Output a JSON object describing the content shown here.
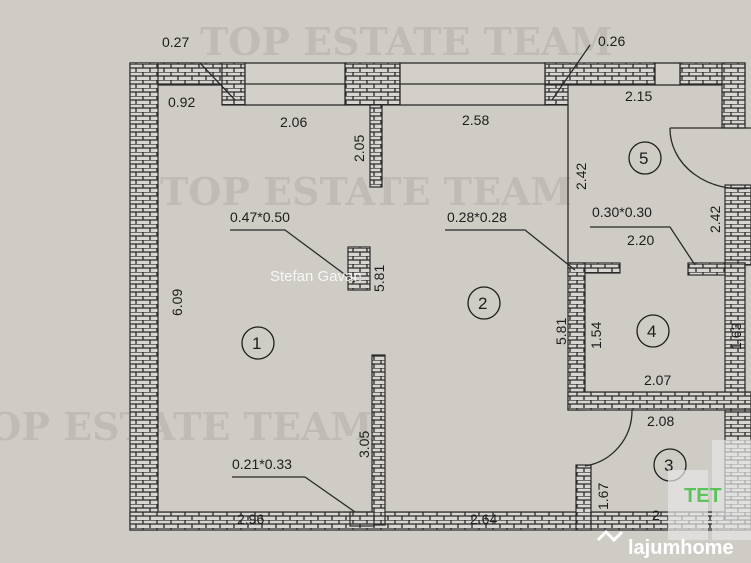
{
  "watermark": "TOP ESTATE TEAM",
  "author_watermark": "Stefan Gavan",
  "rooms": [
    "1",
    "2",
    "3",
    "4",
    "5"
  ],
  "dimensions": {
    "d027": "0.27",
    "d026": "0.26",
    "d092": "0.92",
    "d206": "2.06",
    "d205": "2.05",
    "d258": "2.58",
    "d215": "2.15",
    "d242a": "2.42",
    "d242b": "2.42",
    "d220": "2.20",
    "d030": "0.30*0.30",
    "d047": "0.47*0.50",
    "d028": "0.28*0.28",
    "d581a": "5.81",
    "d581b": "5.81",
    "d609": "6.09",
    "d154": "1.54",
    "d163": "1.63",
    "d207": "2.07",
    "d208": "2.08",
    "d305": "3.05",
    "d021": "0.21*0.33",
    "d296": "2.96",
    "d264": "2.64",
    "d167": "1.67",
    "d2": "2"
  },
  "logos": {
    "tet": "TET",
    "site": "lajumhome"
  },
  "colors": {
    "wall_line": "#2a2a2a",
    "paper": "#cfccc5",
    "tet_green": "#5cc35c"
  }
}
